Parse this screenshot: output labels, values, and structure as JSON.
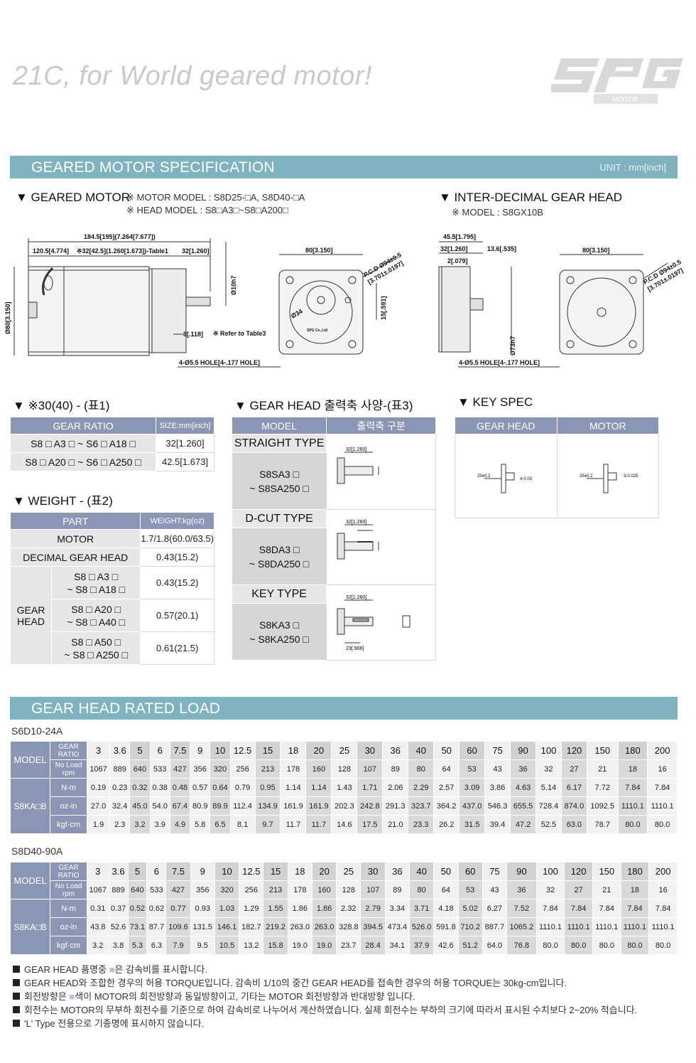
{
  "slogan": "21C, for World geared motor!",
  "logo": {
    "text": "SPG",
    "sub": "MOTOR"
  },
  "spec": {
    "title": "GEARED MOTOR SPECIFICATION",
    "unit": "UNIT : mm[inch]",
    "geared_motor": "▼ GEARED MOTOR",
    "motor_model": "※ MOTOR MODEL : S8D25-□A, S8D40-□A",
    "head_model": "※ HEAD MODEL : S8□A3□~S8□A200□",
    "inter": "▼ INTER-DECIMAL GEAR HEAD",
    "inter_model": "※ MODEL : S8GX10B",
    "dims": {
      "d1": "184.5[195](7.264[7.677])",
      "d2": "120.5[4.774]",
      "d3": "※32[42.5](1.260[1.673])-Table1",
      "d4": "32[1.260]",
      "d5": "80[3.150]",
      "d6": "Ø80[3.150]",
      "d7": "3[.118]",
      "d8": "※ Refer to Table3",
      "d9": "4-Ø5.5 HOLE[4-.177 HOLE]",
      "d10": "P.C.D Ø94±0.5",
      "d11": "[3.701±.0197]",
      "d12": "Ø10h7",
      "d13": "15[.591]",
      "d14": "Ø34",
      "d15": "SPG Co.,Ltd",
      "e1": "45.5[1.795]",
      "e2": "32[1.260]",
      "e3": "13.6[.535]",
      "e4": "2[.079]",
      "e5": "80[3.150]",
      "e6": "Ø73h7",
      "e7": "4-Ø5.5 HOLE[4-.177 HOLE]",
      "e8": "P.C.D Ø94±0.5",
      "e9": "[3.701±.0197]"
    }
  },
  "t1": {
    "heading": "▼ ※30(40) - (표1)",
    "h1": "GEAR RATIO",
    "h2": "SIZE:mm[inch]",
    "rows": [
      {
        "a": "S8 □ A3 □ ~ S6 □ A18 □",
        "b": "32[1.260]"
      },
      {
        "a": "S8 □ A20 □ ~ S6 □ A250 □",
        "b": "42.5[1.673]"
      }
    ]
  },
  "t2": {
    "heading": "▼ WEIGHT - (표2)",
    "h1": "PART",
    "h2": "WEIGHT:kg(oz)",
    "motor": "MOTOR",
    "motor_v": "1.7/1.8(60.0/63.5)",
    "dec": "DECIMAL GEAR HEAD",
    "dec_v": "0.43(15.2)",
    "gear": "GEAR",
    "head": "HEAD",
    "g1a": "S8 □ A3 □",
    "g1b": "~ S8 □ A18 □",
    "g1v": "0.43(15.2)",
    "g2a": "S8 □ A20 □",
    "g2b": "~ S8 □ A40 □",
    "g2v": "0.57(20.1)",
    "g3a": "S8 □ A50 □",
    "g3b": "~ S8 □ A250 □",
    "g3v": "0.61(21.5)"
  },
  "t3": {
    "heading": "▼ GEAR HEAD 출력축 사양-(표3)",
    "h1": "MODEL",
    "h2": "출력축 구분",
    "s_type": "STRAIGHT TYPE",
    "s_a": "S8SA3 □",
    "s_b": "~ S8SA250 □",
    "d_type": "D-CUT TYPE",
    "d_a": "S8DA3 □",
    "d_b": "~ S8DA250 □",
    "k_type": "KEY TYPE",
    "k_a": "S8KA3 □",
    "k_b": "~ S8KA250 □"
  },
  "t4": {
    "heading": "▼ KEY SPEC",
    "h1": "GEAR HEAD",
    "h2": "MOTOR"
  },
  "load": {
    "title": "GEAR HEAD RATED LOAD",
    "ratios": [
      "3",
      "3.6",
      "5",
      "6",
      "7.5",
      "9",
      "10",
      "12.5",
      "15",
      "18",
      "20",
      "25",
      "30",
      "36",
      "40",
      "50",
      "60",
      "75",
      "90",
      "100",
      "120",
      "150",
      "180",
      "200"
    ],
    "shaded": [
      2,
      4,
      6,
      8,
      10,
      12,
      14,
      16,
      18,
      20,
      22
    ],
    "model_label": "MODEL",
    "gear_ratio": "GEAR RATIO",
    "no_load": "No Load rpm",
    "gear_label": "S8KA□B",
    "units": [
      "N-m",
      "oz-in",
      "kgf·cm"
    ],
    "blocks": [
      {
        "name": "S6D10-24A",
        "rpm": [
          "1067",
          "889",
          "640",
          "533",
          "427",
          "356",
          "320",
          "256",
          "213",
          "178",
          "160",
          "128",
          "107",
          "89",
          "80",
          "64",
          "53",
          "43",
          "36",
          "32",
          "27",
          "21",
          "18",
          "16"
        ],
        "nm": [
          "0.19",
          "0.23",
          "0.32",
          "0.38",
          "0.48",
          "0.57",
          "0.64",
          "0.79",
          "0.95",
          "1.14",
          "1.14",
          "1.43",
          "1.71",
          "2.06",
          "2.29",
          "2.57",
          "3.09",
          "3.86",
          "4.63",
          "5.14",
          "6.17",
          "7.72",
          "7.84",
          "7.84"
        ],
        "ozin": [
          "27.0",
          "32.4",
          "45.0",
          "54.0",
          "67.4",
          "80.9",
          "89.9",
          "112.4",
          "134.9",
          "161.9",
          "161.9",
          "202.3",
          "242.8",
          "291.3",
          "323.7",
          "364.2",
          "437.0",
          "546.3",
          "655.5",
          "728.4",
          "874.0",
          "1092.5",
          "1110.1",
          "1110.1"
        ],
        "kgf": [
          "1.9",
          "2.3",
          "3.2",
          "3.9",
          "4.9",
          "5.8",
          "6.5",
          "8.1",
          "9.7",
          "11.7",
          "11.7",
          "14.6",
          "17.5",
          "21.0",
          "23.3",
          "26.2",
          "31.5",
          "39.4",
          "47.2",
          "52.5",
          "63.0",
          "78.7",
          "80.0",
          "80.0"
        ]
      },
      {
        "name": "S8D40-90A",
        "rpm": [
          "1067",
          "889",
          "640",
          "533",
          "427",
          "356",
          "320",
          "256",
          "213",
          "178",
          "160",
          "128",
          "107",
          "89",
          "80",
          "64",
          "53",
          "43",
          "36",
          "32",
          "27",
          "21",
          "18",
          "16"
        ],
        "nm": [
          "0.31",
          "0.37",
          "0.52",
          "0.62",
          "0.77",
          "0.93",
          "1.03",
          "1.29",
          "1.55",
          "1.86",
          "1.86",
          "2.32",
          "2.79",
          "3.34",
          "3.71",
          "4.18",
          "5.02",
          "6.27",
          "7.52",
          "7.84",
          "7.84",
          "7.84",
          "7.84",
          "7.84"
        ],
        "ozin": [
          "43.8",
          "52.6",
          "73.1",
          "87.7",
          "109.6",
          "131.5",
          "146.1",
          "182.7",
          "219.2",
          "263.0",
          "263.0",
          "328.8",
          "394.5",
          "473.4",
          "526.0",
          "591.8",
          "710.2",
          "887.7",
          "1065.2",
          "1110.1",
          "1110.1",
          "1110.1",
          "1110.1",
          "1110.1"
        ],
        "kgf": [
          "3.2",
          "3.8",
          "5.3",
          "6.3",
          "7.9",
          "9.5",
          "10.5",
          "13.2",
          "15.8",
          "19.0",
          "19.0",
          "23.7",
          "28.4",
          "34.1",
          "37.9",
          "42.6",
          "51.2",
          "64.0",
          "76.8",
          "80.0",
          "80.0",
          "80.0",
          "80.0",
          "80.0"
        ]
      }
    ]
  },
  "footnotes": [
    {
      "pre": "GEAR HEAD 품명중 ",
      "mid": "■",
      "post": "은 감속비를 표시합니다."
    },
    {
      "pre": "GEAR HEAD와 조합한 경우의 허용 TORQUE입니다. 감속비 1/10의 중간 GEAR HEAD를 접속한 경우의 허용 TORQUE는 30kg-cm입니다.",
      "mid": "",
      "post": ""
    },
    {
      "pre": "회전방향은 ",
      "mid": "■",
      "post": "색이 MOTOR의 회전방향과 동일방향이고, 기타는 MOTOR 회전방향과 반대방향 입니다."
    },
    {
      "pre": "회전수는 MOTOR의 무부하 회전수를 기준으로 하여 감속비로 나누어서 계산하였습니다. 실제 회전수는 부하의 크기에 따라서 표시된 수치보다 2~20% 적습니다.",
      "mid": "",
      "post": ""
    },
    {
      "pre": "'L' Type 전용으로 기종명에 표시하지 않습니다.",
      "mid": "",
      "post": ""
    }
  ]
}
